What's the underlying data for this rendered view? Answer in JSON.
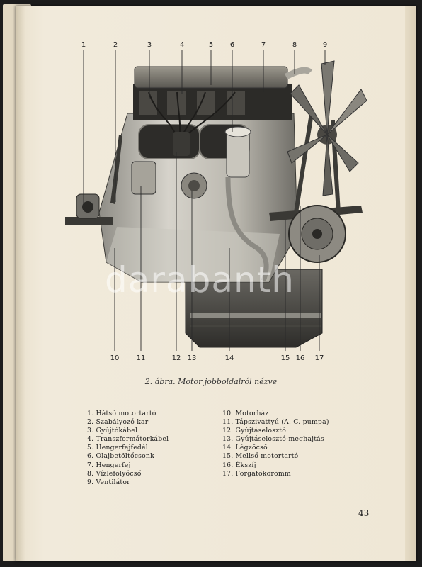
{
  "figure": {
    "callouts_top": [
      "1",
      "2",
      "3",
      "4",
      "5",
      "6",
      "7",
      "8",
      "9"
    ],
    "callouts_bottom": [
      "10",
      "11",
      "12",
      "13",
      "14",
      "15",
      "16",
      "17"
    ],
    "caption": "2. ábra. Motor jobboldalról nézve"
  },
  "legend_left": [
    {
      "num": "1.",
      "label": "Hátsó motortartó"
    },
    {
      "num": "2.",
      "label": "Szabályozó kar"
    },
    {
      "num": "3.",
      "label": "Gyújtókábel"
    },
    {
      "num": "4.",
      "label": "Transzformátorkábel"
    },
    {
      "num": "5.",
      "label": "Hengerfejfedél"
    },
    {
      "num": "6.",
      "label": "Olajbetöltőcsonk"
    },
    {
      "num": "7.",
      "label": "Hengerfej"
    },
    {
      "num": "8.",
      "label": "Vízlefolyócső"
    },
    {
      "num": "9.",
      "label": "Ventilátor"
    }
  ],
  "legend_right": [
    {
      "num": "10.",
      "label": "Motorház"
    },
    {
      "num": "11.",
      "label": "Tápszivattyú (A. C. pumpa)"
    },
    {
      "num": "12.",
      "label": "Gyújtáselosztó"
    },
    {
      "num": "13.",
      "label": "Gyújtáselosztó-meghajtás"
    },
    {
      "num": "14.",
      "label": "Légzőcső"
    },
    {
      "num": "15.",
      "label": "Mellső motortartó"
    },
    {
      "num": "16.",
      "label": "Ékszíj"
    },
    {
      "num": "17.",
      "label": "Forgatókörömm"
    }
  ],
  "page_number": "43",
  "watermark": "darabanth"
}
